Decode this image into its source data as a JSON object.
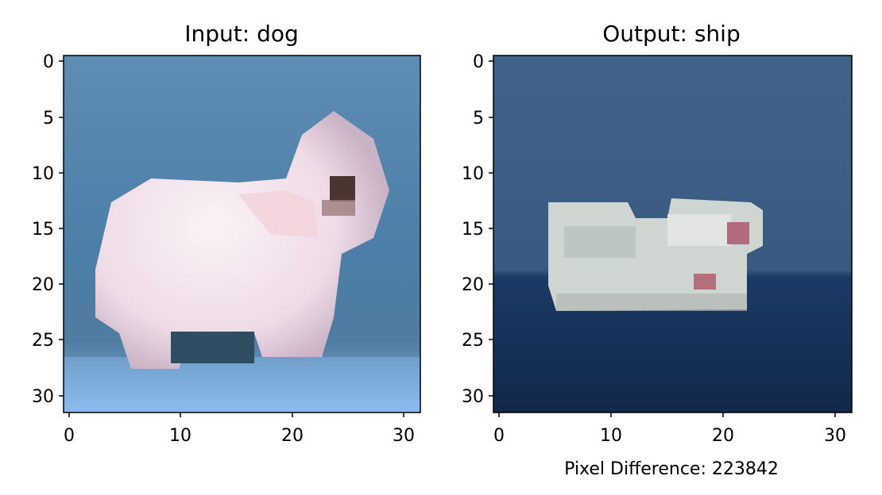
{
  "panels": [
    {
      "title": "Input: dog",
      "xticks": [
        "0",
        "10",
        "20",
        "30"
      ],
      "yticks": [
        "0",
        "5",
        "10",
        "15",
        "20",
        "25",
        "30"
      ],
      "image_description_colors": {
        "background": "#4f7fa6",
        "floor": "#7ea6d6",
        "subject": "#f1dfe8",
        "shadow": "#2f4a5e"
      }
    },
    {
      "title": "Output: ship",
      "xticks": [
        "0",
        "10",
        "20",
        "30"
      ],
      "yticks": [
        "0",
        "5",
        "10",
        "15",
        "20",
        "25",
        "30"
      ],
      "caption": "Pixel Difference: 223842",
      "image_description_colors": {
        "sky": "#3f6186",
        "water": "#152e55",
        "subject": "#d7dcd8",
        "accent": "#b8707f"
      }
    }
  ]
}
